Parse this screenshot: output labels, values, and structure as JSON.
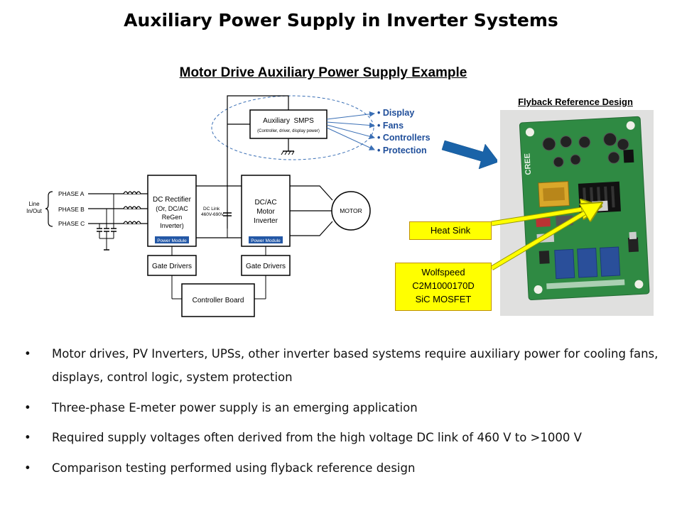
{
  "slide": {
    "title": "Auxiliary Power Supply in Inverter Systems",
    "subtitle": "Motor Drive Auxiliary Power Supply Example"
  },
  "diagram": {
    "aux_smps": {
      "title": "Auxiliary  SMPS",
      "subtitle": "(Controller, driver, display power)"
    },
    "loads": [
      "• Display",
      "• Fans",
      "• Controllers",
      "• Protection"
    ],
    "line_label": [
      "Line",
      "In/Out"
    ],
    "phases": [
      "PHASE A",
      "PHASE B",
      "PHASE C"
    ],
    "dc_rectifier": [
      "DC Rectifier",
      "(Or, DC/AC",
      "ReGen",
      "Inverter)"
    ],
    "dc_link": [
      "DC Link",
      "460V-690V"
    ],
    "dcac_inverter": [
      "DC/AC",
      "Motor",
      "Inverter"
    ],
    "power_module_label": "Power Module",
    "motor_label": "MOTOR",
    "gate_drivers_label": "Gate Drivers",
    "controller_board_label": "Controller Board",
    "colors": {
      "load_text": "#1f4e9a",
      "arrow": "#1a63a8",
      "power_module": "#2458a6",
      "ellipse": "#3a6fb5"
    }
  },
  "photo": {
    "caption": "Flyback Reference Design",
    "board_logo": "CREE",
    "callouts": {
      "heat_sink": "Heat Sink",
      "mosfet": [
        "Wolfspeed",
        "C2M1000170D",
        "SiC MOSFET"
      ]
    },
    "colors": {
      "board": "#2f8a43",
      "callout_bg": "#ffff00"
    }
  },
  "bullets": [
    "Motor drives, PV Inverters, UPSs, other inverter based systems require auxiliary power for cooling fans, displays, control logic, system protection",
    "Three-phase E-meter power supply is an emerging application",
    "Required supply voltages often derived from the high voltage DC link of 460 V to >1000 V",
    "Comparison testing performed using flyback reference design"
  ]
}
